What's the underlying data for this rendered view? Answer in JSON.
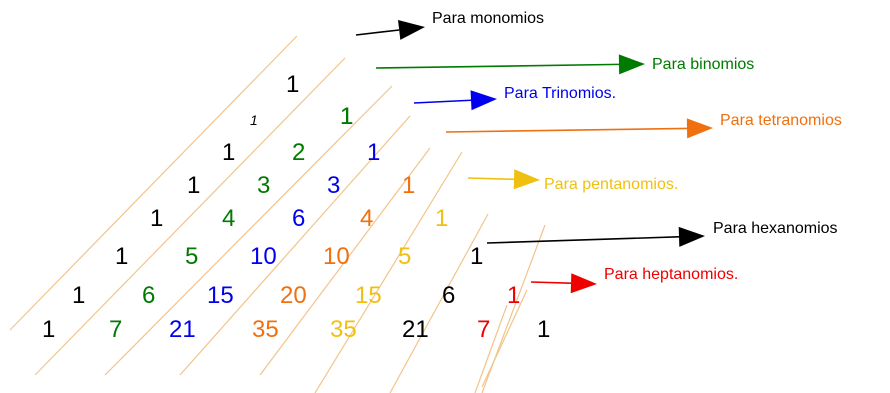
{
  "colors": {
    "black": "#000000",
    "green": "#007a00",
    "blue": "#0000ee",
    "orange": "#f07010",
    "yellow": "#f0c010",
    "red": "#ee0000",
    "guide": "#f2c48a"
  },
  "top_one": "1",
  "small_one": "1",
  "rows": [
    [
      "1",
      "1"
    ],
    [
      "1",
      "2",
      "1"
    ],
    [
      "1",
      "3",
      "3",
      "1"
    ],
    [
      "1",
      "4",
      "6",
      "4",
      "1"
    ],
    [
      "1",
      "5",
      "10",
      "10",
      "5",
      "1"
    ],
    [
      "1",
      "6",
      "15",
      "20",
      "15",
      "6",
      "1"
    ],
    [
      "1",
      "7",
      "21",
      "35",
      "35",
      "21",
      "7",
      "1"
    ]
  ],
  "labels": [
    {
      "text": "Para monomios",
      "color": "black"
    },
    {
      "text": "Para binomios",
      "color": "green"
    },
    {
      "text": "Para Trinomios.",
      "color": "blue"
    },
    {
      "text": "Para tetranomios",
      "color": "orange"
    },
    {
      "text": "Para pentanomios.",
      "color": "yellow"
    },
    {
      "text": "Para hexanomios",
      "color": "black"
    },
    {
      "text": "Para heptanomios.",
      "color": "red"
    }
  ]
}
